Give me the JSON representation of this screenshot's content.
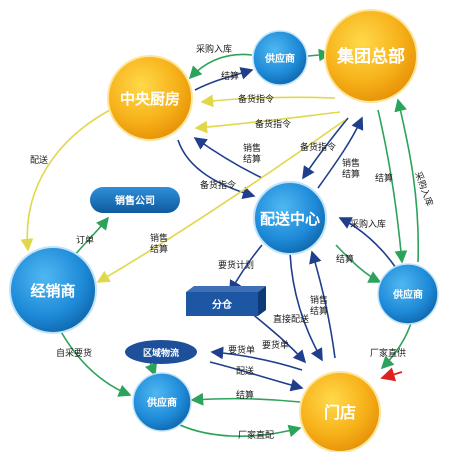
{
  "nodes": {
    "hq": "集团总部",
    "kitchen": "中央厨房",
    "dc": "配送中心",
    "dealer": "经销商",
    "store": "门店",
    "supplier_top": "供应商",
    "supplier_right": "供应商",
    "supplier_bottom": "供应商",
    "sales_company": "销售公司",
    "sub_warehouse": "分仓",
    "regional_logistics": "区域物流"
  },
  "edge_labels": {
    "purchase_in_top": "采购入库",
    "settle_top": "结算",
    "stock_cmd_hq_kitchen": "备货指令",
    "stock_cmd_hq_kitchen2": "备货指令",
    "stock_cmd_hq_dc": "备货指令",
    "sales_settle_kitchen_dc": "销售\n结算",
    "stock_cmd_kitchen_dc": "备货指令",
    "sales_settle_dc_hq": "销售\n结算",
    "deliver_kitchen_dealer": "配送",
    "order_dealer": "订单",
    "sales_settle_dealer": "销售\n结算",
    "settle_hq_supright": "结算",
    "purchase_in_hq_supright": "采购入库",
    "purchase_in_dc": "采购入库",
    "settle_dc_supright": "结算",
    "request_plan": "要货计划",
    "direct_delivery": "直接配送",
    "sales_settle_store": "销售\n结算",
    "request_order_1": "要货单",
    "request_order_2": "要货单",
    "deliver_regional": "配送",
    "self_purchase": "自采要货",
    "settle_bottom": "结算",
    "factory_direct_bottom": "厂家直配",
    "factory_direct_right": "厂家直供"
  }
}
